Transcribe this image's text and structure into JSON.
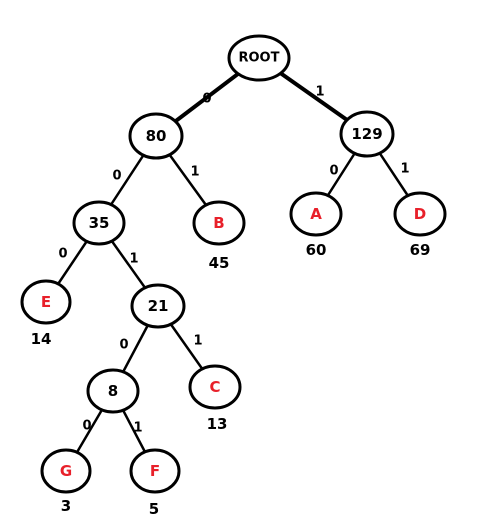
{
  "colors": {
    "internal_text": "#000000",
    "leaf_text": "#e8202a",
    "edge": "#000000",
    "node_stroke": "#000000"
  },
  "nodes": {
    "root": {
      "label": "ROOT",
      "kind": "internal"
    },
    "n80": {
      "label": "80",
      "kind": "internal"
    },
    "n129": {
      "label": "129",
      "kind": "internal"
    },
    "n35": {
      "label": "35",
      "kind": "internal"
    },
    "B": {
      "label": "B",
      "kind": "leaf",
      "weight": "45"
    },
    "A": {
      "label": "A",
      "kind": "leaf",
      "weight": "60"
    },
    "D": {
      "label": "D",
      "kind": "leaf",
      "weight": "69"
    },
    "E": {
      "label": "E",
      "kind": "leaf",
      "weight": "14"
    },
    "n21": {
      "label": "21",
      "kind": "internal"
    },
    "n8": {
      "label": "8",
      "kind": "internal"
    },
    "C": {
      "label": "C",
      "kind": "leaf",
      "weight": "13"
    },
    "G": {
      "label": "G",
      "kind": "leaf",
      "weight": "3"
    },
    "F": {
      "label": "F",
      "kind": "leaf",
      "weight": "5"
    }
  },
  "edges": [
    {
      "from": "root",
      "to": "n80",
      "bit": "0"
    },
    {
      "from": "root",
      "to": "n129",
      "bit": "1"
    },
    {
      "from": "n80",
      "to": "n35",
      "bit": "0"
    },
    {
      "from": "n80",
      "to": "B",
      "bit": "1"
    },
    {
      "from": "n129",
      "to": "A",
      "bit": "0"
    },
    {
      "from": "n129",
      "to": "D",
      "bit": "1"
    },
    {
      "from": "n35",
      "to": "E",
      "bit": "0"
    },
    {
      "from": "n35",
      "to": "n21",
      "bit": "1"
    },
    {
      "from": "n21",
      "to": "n8",
      "bit": "0"
    },
    {
      "from": "n21",
      "to": "C",
      "bit": "1"
    },
    {
      "from": "n8",
      "to": "G",
      "bit": "0"
    },
    {
      "from": "n8",
      "to": "F",
      "bit": "1"
    }
  ]
}
